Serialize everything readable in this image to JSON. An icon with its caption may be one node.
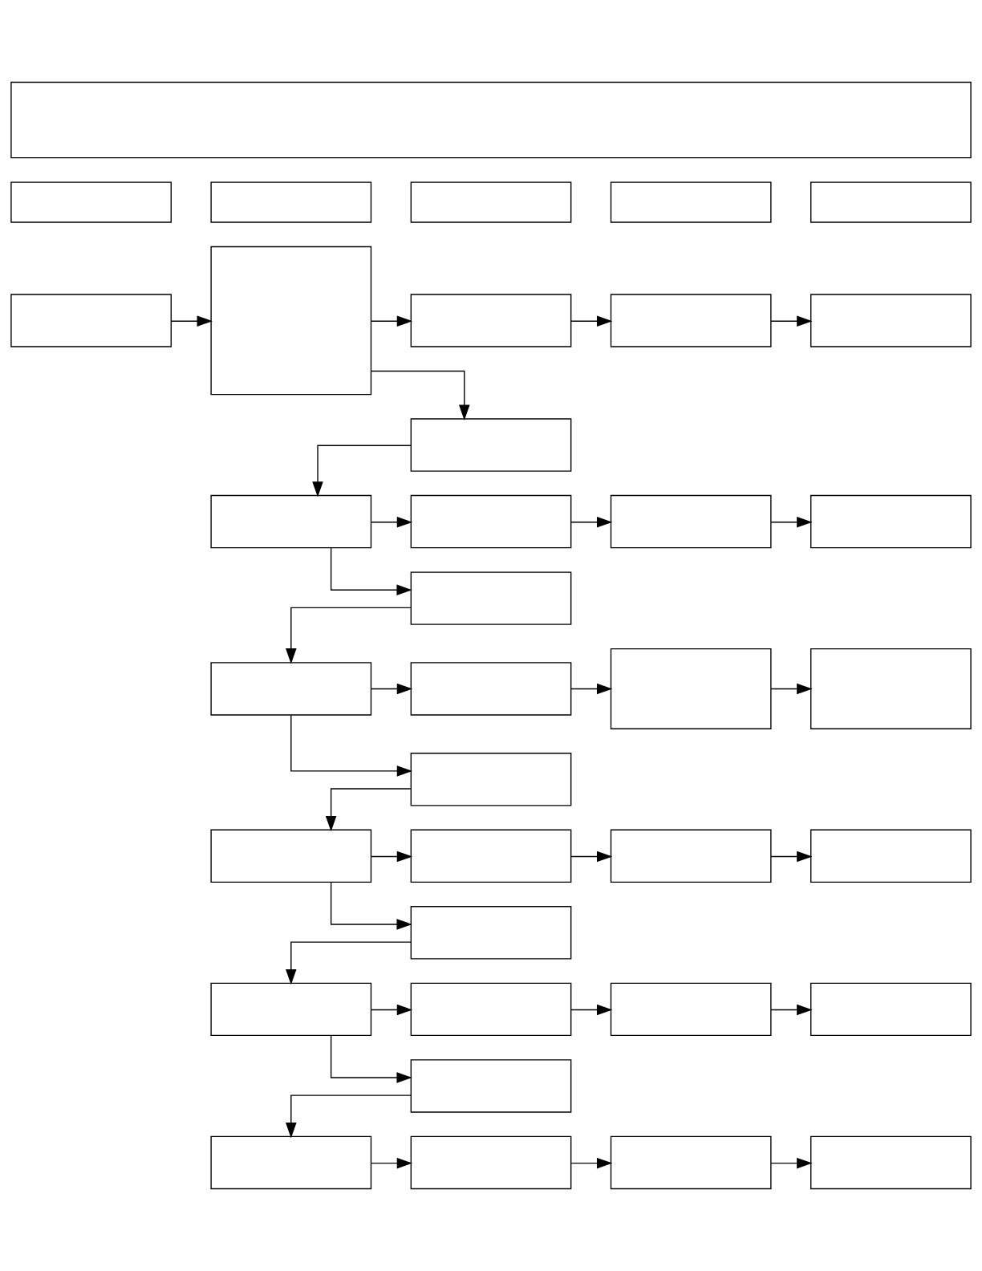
{
  "diagram": {
    "nodes": [
      {
        "text": [],
        "shape": "box"
      },
      {
        "text": [],
        "shape": "box"
      },
      {
        "text": [],
        "shape": "box"
      },
      {
        "text": [],
        "shape": "box"
      },
      {
        "text": [],
        "shape": "box"
      },
      {
        "text": [],
        "shape": "box"
      },
      {
        "text": [],
        "shape": "box"
      },
      {
        "text": [],
        "shape": "box"
      },
      {
        "text": [],
        "shape": "box"
      },
      {
        "text": [],
        "shape": "box"
      },
      {
        "text": [],
        "shape": "box"
      },
      {
        "text": [],
        "shape": "box"
      },
      {
        "text": [],
        "shape": "box"
      },
      {
        "text": [],
        "shape": "box"
      },
      {
        "text": [],
        "shape": "box"
      },
      {
        "text": [],
        "shape": "box"
      },
      {
        "text": [],
        "shape": "box"
      },
      {
        "text": [],
        "shape": "box"
      },
      {
        "text": [],
        "shape": "box"
      },
      {
        "text": [],
        "shape": "box"
      },
      {
        "text": [],
        "shape": "box"
      },
      {
        "text": [],
        "shape": "box"
      },
      {
        "text": [],
        "shape": "box"
      },
      {
        "text": [],
        "shape": "box"
      },
      {
        "text": [],
        "shape": "box"
      },
      {
        "text": [],
        "shape": "box"
      },
      {
        "text": [],
        "shape": "box"
      },
      {
        "text": [],
        "shape": "box"
      },
      {
        "text": [],
        "shape": "box"
      },
      {
        "text": [],
        "shape": "box"
      },
      {
        "text": [],
        "shape": "box"
      },
      {
        "text": [],
        "shape": "box"
      },
      {
        "text": [],
        "shape": "box"
      },
      {
        "text": [],
        "shape": "box"
      },
      {
        "text": [],
        "shape": "box"
      },
      {
        "text": [],
        "shape": "box"
      }
    ],
    "edges": [
      {
        "from": 6,
        "to": 7,
        "arrow": "to"
      },
      {
        "from": 7,
        "to": 8,
        "arrow": "to"
      },
      {
        "from": 7,
        "to": 11,
        "arrow": "to"
      },
      {
        "from": 8,
        "to": 9,
        "arrow": "to"
      },
      {
        "from": 9,
        "to": 10,
        "arrow": "to"
      },
      {
        "from": 11,
        "to": 12,
        "arrow": "to"
      },
      {
        "from": 12,
        "to": 13,
        "arrow": "to"
      },
      {
        "from": 12,
        "to": 16,
        "arrow": "to"
      },
      {
        "from": 13,
        "to": 14,
        "arrow": "to"
      },
      {
        "from": 14,
        "to": 15,
        "arrow": "to"
      },
      {
        "from": 16,
        "to": 17,
        "arrow": "to"
      },
      {
        "from": 17,
        "to": 18,
        "arrow": "to"
      },
      {
        "from": 17,
        "to": 21,
        "arrow": "to"
      },
      {
        "from": 18,
        "to": 19,
        "arrow": "to"
      },
      {
        "from": 19,
        "to": 20,
        "arrow": "to"
      },
      {
        "from": 21,
        "to": 22,
        "arrow": "to"
      },
      {
        "from": 22,
        "to": 23,
        "arrow": "to"
      },
      {
        "from": 22,
        "to": 26,
        "arrow": "to"
      },
      {
        "from": 23,
        "to": 24,
        "arrow": "to"
      },
      {
        "from": 24,
        "to": 25,
        "arrow": "to"
      },
      {
        "from": 26,
        "to": 27,
        "arrow": "to"
      },
      {
        "from": 27,
        "to": 28,
        "arrow": "to"
      },
      {
        "from": 27,
        "to": 31,
        "arrow": "to"
      },
      {
        "from": 28,
        "to": 29,
        "arrow": "to"
      },
      {
        "from": 29,
        "to": 30,
        "arrow": "to"
      },
      {
        "from": 31,
        "to": 32,
        "arrow": "to"
      },
      {
        "from": 32,
        "to": 33,
        "arrow": "to"
      },
      {
        "from": 33,
        "to": 34,
        "arrow": "to"
      },
      {
        "from": 34,
        "to": 35,
        "arrow": "to"
      }
    ]
  }
}
